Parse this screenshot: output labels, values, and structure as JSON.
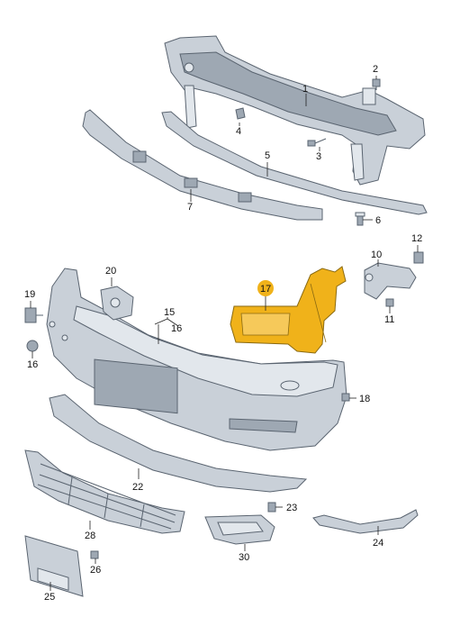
{
  "callouts": {
    "c1": "1",
    "c2": "2",
    "c3": "3",
    "c4": "4",
    "c5": "5",
    "c6": "6",
    "c7": "7",
    "c10": "10",
    "c11": "11",
    "c12": "12",
    "c15": "15",
    "c16a": "16",
    "c16b": "16",
    "c17": "17",
    "c18": "18",
    "c19": "19",
    "c20": "20",
    "c22": "22",
    "c23": "23",
    "c24": "24",
    "c25": "25",
    "c26": "26",
    "c28": "28",
    "c30": "30"
  },
  "colors": {
    "highlight": "#f0b21a",
    "part": "#c9d0d8",
    "outline": "#5a6470"
  }
}
